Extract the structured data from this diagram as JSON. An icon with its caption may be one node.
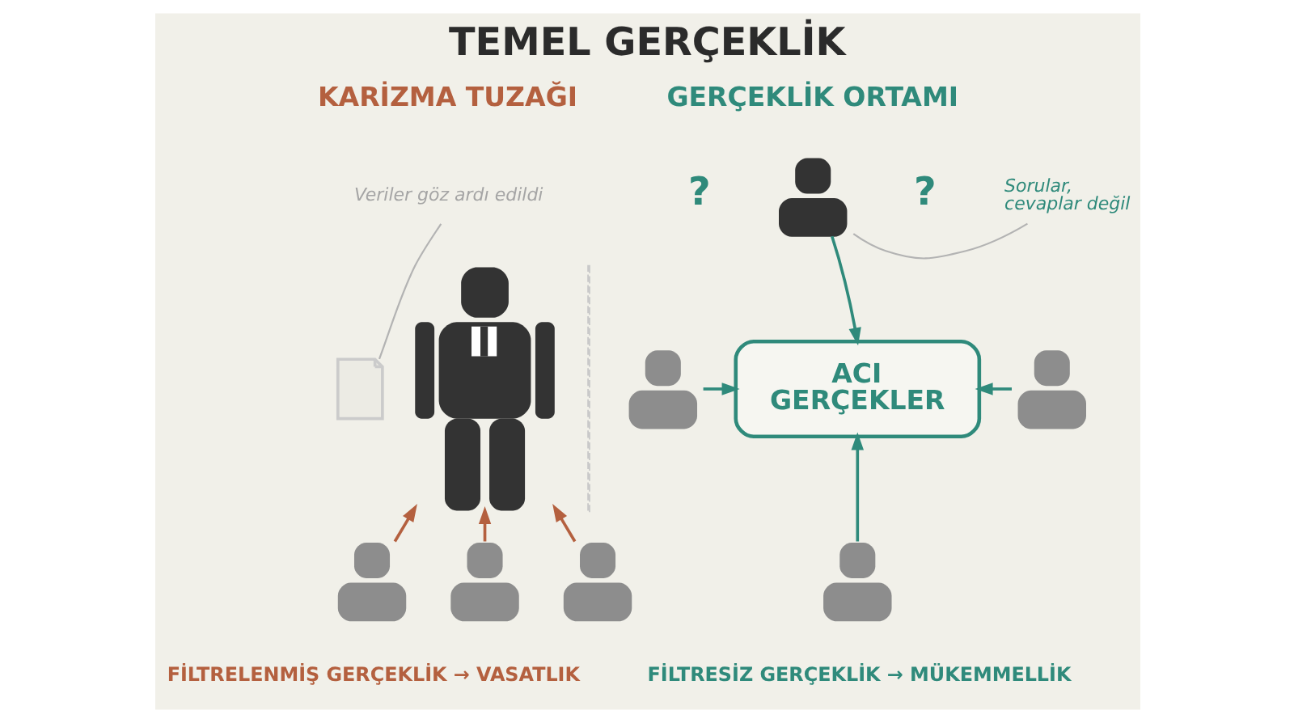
{
  "diagram": {
    "title": "TEMEL GERÇEKLİK",
    "nodes": [
      {
        "text": [
          "Veriler göz ardı edildi"
        ]
      },
      {
        "text": [],
        "shape": "document"
      },
      {
        "text": [],
        "shape": "person"
      },
      {
        "text": [],
        "shape": "person"
      },
      {
        "text": [],
        "shape": "person"
      },
      {
        "text": [],
        "shape": "person"
      },
      {
        "text": [],
        "shape": "person",
        "beside": [
          "?",
          "?"
        ]
      },
      {
        "text": [
          "Sorular, cevaplar değil"
        ]
      },
      {
        "text": [],
        "shape": "person"
      },
      {
        "text": [
          "ACI GERÇEKLER"
        ]
      },
      {
        "text": [],
        "shape": "person"
      },
      {
        "text": [],
        "shape": "person"
      }
    ],
    "edges": [
      {
        "from": 0,
        "to": 1,
        "arrow": "none",
        "color": "#b3b3b3"
      },
      {
        "from": 3,
        "to": 2,
        "arrow": "to",
        "color": "#b4603f"
      },
      {
        "from": 4,
        "to": 2,
        "arrow": "to",
        "color": "#b4603f"
      },
      {
        "from": 5,
        "to": 2,
        "arrow": "to",
        "color": "#b4603f"
      },
      {
        "from": 7,
        "to": 6,
        "arrow": "none",
        "color": "#b3b3b3"
      },
      {
        "from": 6,
        "to": 9,
        "arrow": "to"
      },
      {
        "from": 8,
        "to": 9,
        "arrow": "to"
      },
      {
        "from": 10,
        "to": 9,
        "arrow": "to"
      },
      {
        "from": 11,
        "to": 9,
        "arrow": "to"
      }
    ],
    "labels": [
      "KARİZMA TUZAĞI",
      "GERÇEKLİK ORTAMI",
      "FİLTRELENMİŞ GERÇEKLİK → VASATLIK",
      "FİLTRESİZ GERÇEKLİK → MÜKEMMELLİK"
    ]
  }
}
